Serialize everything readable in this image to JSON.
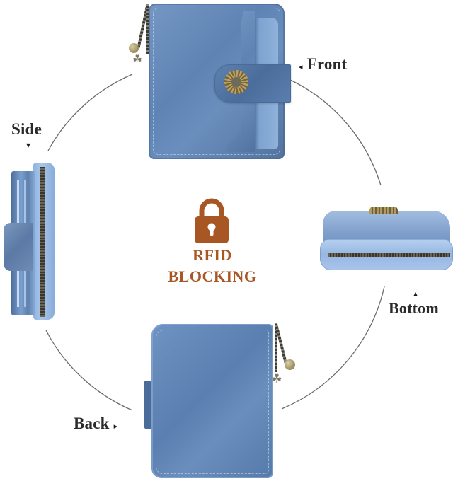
{
  "views": {
    "front": {
      "label": "Front",
      "arrow": "◂"
    },
    "side": {
      "label": "Side",
      "arrow": "▾"
    },
    "bottom": {
      "label": "Bottom",
      "arrow": "▴"
    },
    "back": {
      "label": "Back",
      "arrow": "▸"
    }
  },
  "center": {
    "icon": "lock-icon",
    "line1": "RFID",
    "line2": "BLOCKING"
  },
  "colors": {
    "accent": "#a95625",
    "leather": "#6a8ebd",
    "leather_light": "#9dbbe0",
    "text": "#2a2a2a",
    "arc": "#6b6b6b"
  }
}
